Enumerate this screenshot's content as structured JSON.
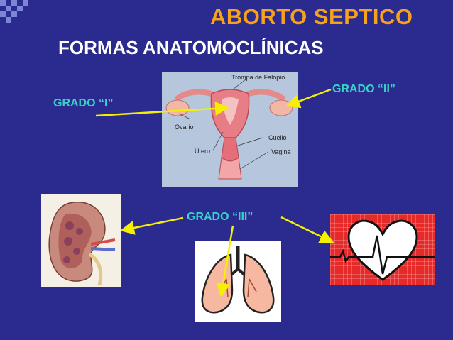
{
  "slide": {
    "title": "ABORTO SEPTICO",
    "subtitle": "FORMAS ANATOMOCLÍNICAS"
  },
  "labels": {
    "grado_1": "GRADO “I”",
    "grado_2": "GRADO “II”",
    "grado_3": "GRADO “III”"
  },
  "uterus_diagram": {
    "trompa": "Trompa de Falopio",
    "ovario": "Ovario",
    "cuello": "Cuello",
    "utero": "Útero",
    "vagina": "Vagina"
  },
  "colors": {
    "background": "#2b2b8f",
    "title": "#f6a21a",
    "subtitle": "#ffffff",
    "label": "#39d4c8",
    "arrow": "#f5f000"
  },
  "illustrations": [
    "uterus-diagram",
    "kidney-diagram",
    "lungs-drawing",
    "heart-ecg-drawing"
  ]
}
